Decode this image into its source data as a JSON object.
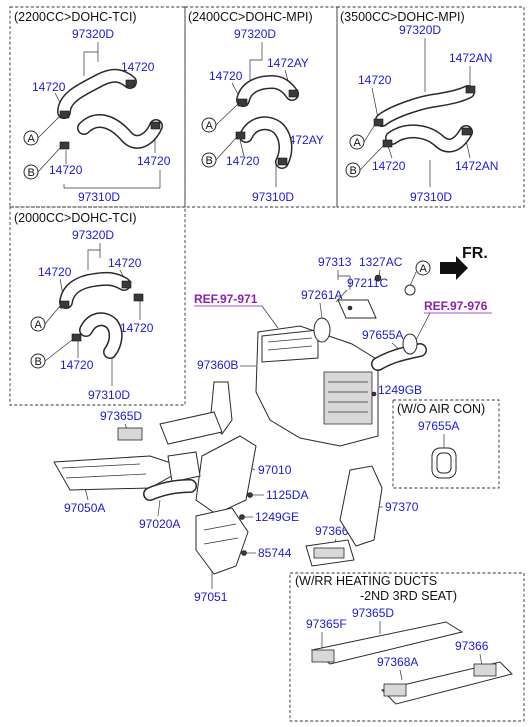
{
  "sections": {
    "s2200": {
      "title": "(2200CC>DOHC-TCI)",
      "upper_hose": "97320D",
      "clamp_a": "14720",
      "clamp_b": "14720",
      "clamp_c": "14720",
      "clamp_d": "14720",
      "lower_hose": "97310D"
    },
    "s2400": {
      "title": "(2400CC>DOHC-MPI)",
      "upper_hose": "97320D",
      "clamp_a": "14720",
      "clamp_b": "1472AY",
      "clamp_c": "14720",
      "clamp_d": "1472AY",
      "lower_hose": "97310D"
    },
    "s3500": {
      "title": "(3500CC>DOHC-MPI)",
      "upper_hose": "97320D",
      "clamp_a": "14720",
      "clamp_b": "1472AN",
      "clamp_c": "14720",
      "clamp_d": "1472AN",
      "lower_hose": "97310D"
    },
    "s2000": {
      "title": "(2000CC>DOHC-TCI)",
      "upper_hose": "97320D",
      "clamp_a": "14720",
      "clamp_b": "14720",
      "clamp_c": "14720",
      "clamp_d": "14720",
      "lower_hose": "97310D"
    }
  },
  "markers": {
    "a": "A",
    "b": "B"
  },
  "front": {
    "label": "FR."
  },
  "refs": {
    "ref_left": "REF.97-971",
    "ref_right": "REF.97-976"
  },
  "main_parts": {
    "p97313": "97313",
    "p1327AC": "1327AC",
    "p97211C": "97211C",
    "p97261A": "97261A",
    "p97655A": "97655A",
    "p1249GB": "1249GB",
    "p97360B": "97360B",
    "p97365D": "97365D",
    "p97010": "97010",
    "p1125DA": "1125DA",
    "p97050A": "97050A",
    "p97020A": "97020A",
    "p1249GE": "1249GE",
    "p97366": "97366",
    "p85744": "85744",
    "p97370": "97370",
    "p97051": "97051"
  },
  "wo_air_con": {
    "title": "(W/O AIR CON)",
    "part": "97655A"
  },
  "rr_heating": {
    "title_line1": "(W/RR HEATING DUCTS",
    "title_line2": "-2ND  3RD SEAT)",
    "p97365F": "97365F",
    "p97365D": "97365D",
    "p97368A": "97368A",
    "p97366": "97366"
  },
  "colors": {
    "label": "#1a1ad6",
    "reference": "#8a1fb4",
    "line": "#333333"
  }
}
